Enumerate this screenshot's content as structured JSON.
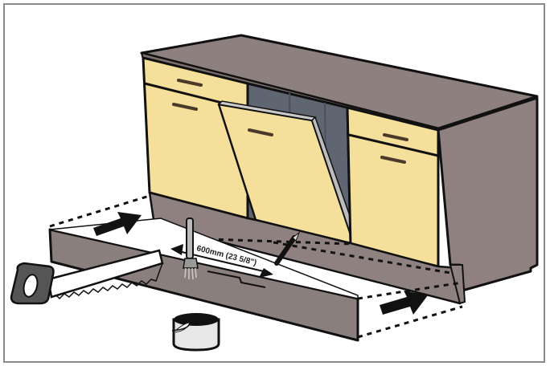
{
  "diagram": {
    "subject": "Dishwasher plinth (kickboard) cutting and installation",
    "dimension_label": "600mm (23 5/8\")",
    "colors": {
      "cabinet_body": "#8f8180",
      "cabinet_top": "#8d807e",
      "door_front": "#f4e09a",
      "recess_gray": "#5f6672",
      "plinth": "#8b7f7d",
      "outline": "#111111",
      "frame_border": "#8a8a8a",
      "handle": "#4a3a2a"
    },
    "elements": {
      "cabinet": "Kitchen base cabinet run with drawers and doors",
      "dishwasher_door": "Integrated dishwasher decor panel, tilted open",
      "plinth": "Removed plinth board lying in front",
      "saw": "Hand saw cutting plinth",
      "brush": "Paint brush",
      "pencil": "Pencil marking cut line",
      "paint_can": "Sealant / paint can",
      "arrows": [
        "insert-left-arrow",
        "dimension-arrow",
        "insert-right-arrow"
      ]
    }
  }
}
